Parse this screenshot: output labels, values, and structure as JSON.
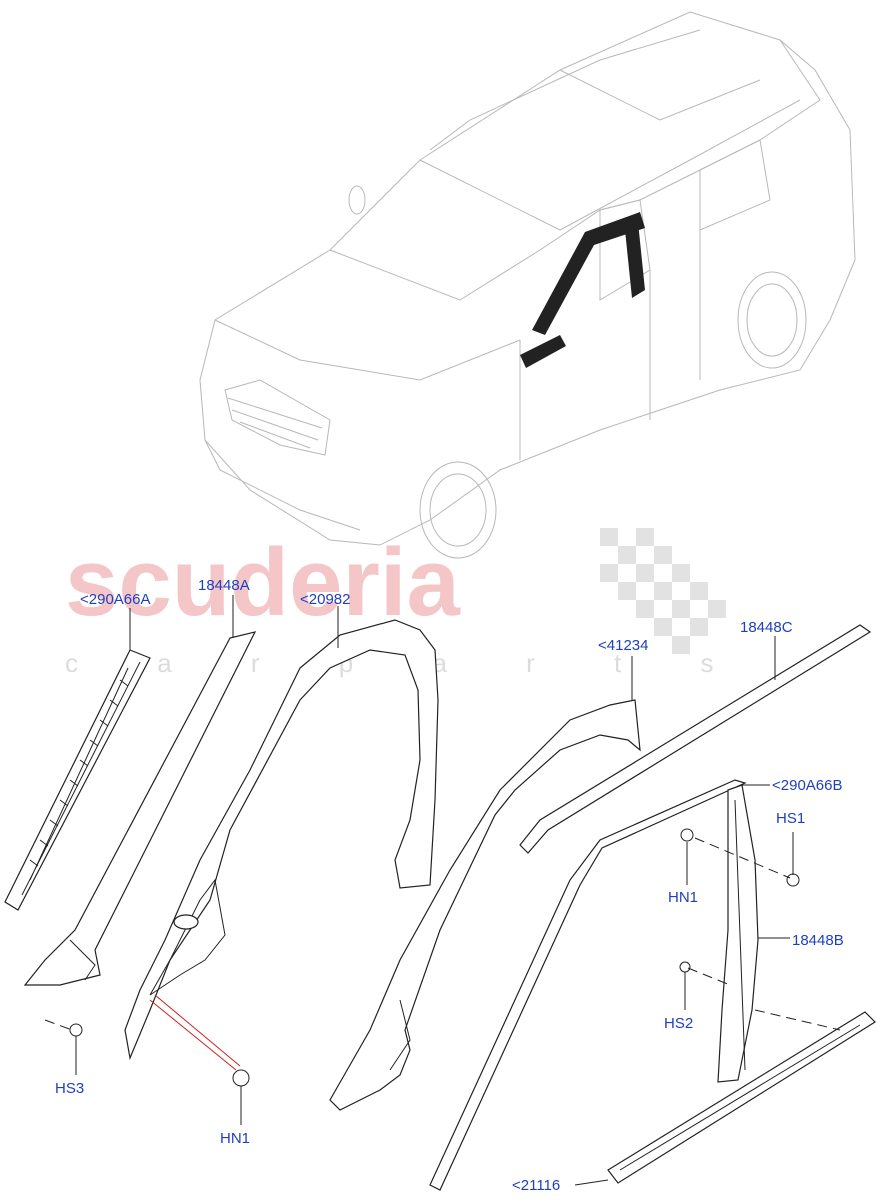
{
  "watermark": {
    "brand": "scuderia",
    "sub": "c a r p a r t s"
  },
  "callouts": {
    "c290A66A": "<290A66A",
    "c18448A": "18448A",
    "c20982": "<20982",
    "c41234": "<41234",
    "c18448C": "18448C",
    "c290A66B": "<290A66B",
    "cHS1": "HS1",
    "cHN1_right": "HN1",
    "c18448B": "18448B",
    "cHS2": "HS2",
    "cHS3": "HS3",
    "cHN1_bottom": "HN1",
    "c21116": "<21116"
  },
  "colors": {
    "callout_text": "#1f3fbf",
    "watermark_red": "#f4c6c8",
    "watermark_grey": "#dcdcdc"
  }
}
